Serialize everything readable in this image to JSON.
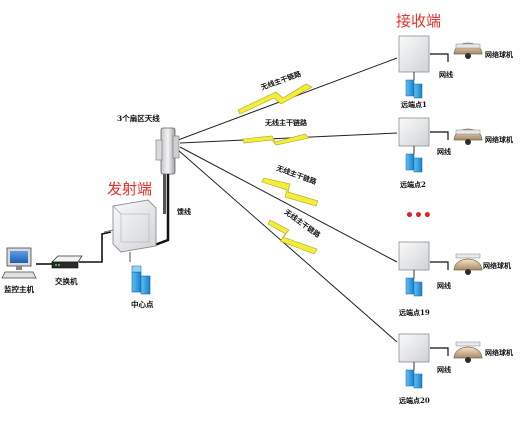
{
  "transmit_title": "发射端",
  "receive_title": "接收端",
  "antenna_label": "3个扇区天线",
  "feeder_label": "馈线",
  "center_label": "中心点",
  "switch_label": "交换机",
  "host_label": "监控主机",
  "link_label": "无线主干链路",
  "network_cable_label": "网线",
  "camera_label": "网络球机",
  "ellipsis": "•••",
  "remotes": [
    {
      "label": "远端点1",
      "link": "无线主干链路",
      "cable": "网线",
      "camera": "网络球机"
    },
    {
      "label": "远端点2",
      "link": "无线主干链路",
      "cable": "网线",
      "camera": "网络球机"
    },
    {
      "label": "远端点19",
      "link": "无线主干链路",
      "cable": "网线",
      "camera": "网络球机"
    },
    {
      "label": "远端点20",
      "link": "无线主干链路",
      "cable": "网线",
      "camera": "网络球机"
    }
  ],
  "colors": {
    "title_red": "#e8302a",
    "bolt_yellow": "#f2ee3a",
    "server_blue": "#1e8fd6",
    "ellipsis_red": "#e0202a"
  }
}
